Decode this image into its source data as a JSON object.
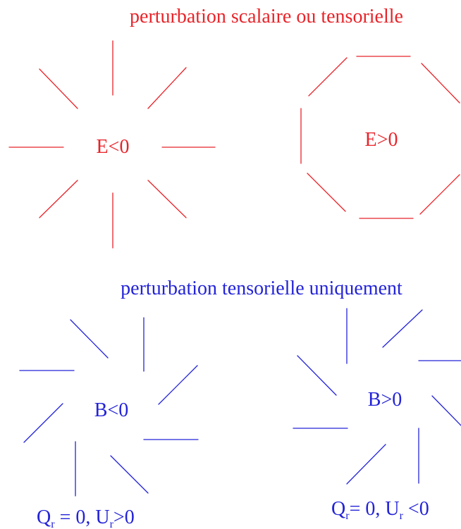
{
  "colors": {
    "red": "#e8242a",
    "blue": "#2323d8",
    "background": "#ffffff"
  },
  "top_section": {
    "title": "perturbation scalaire ou tensorielle",
    "left_pattern": {
      "label": "E<0"
    },
    "right_pattern": {
      "label": "E>0"
    }
  },
  "bottom_section": {
    "title": "perturbation tensorielle uniquement",
    "left_pattern": {
      "label": "B<0",
      "caption": {
        "q": "Q",
        "sub1": "r",
        "mid": " = 0, U",
        "sub2": "r",
        "tail": ">0"
      }
    },
    "right_pattern": {
      "label": "B>0",
      "caption": {
        "q": "Q",
        "sub1": "r",
        "mid": "= 0, U",
        "sub2": "r",
        "tail": " <0"
      }
    }
  }
}
